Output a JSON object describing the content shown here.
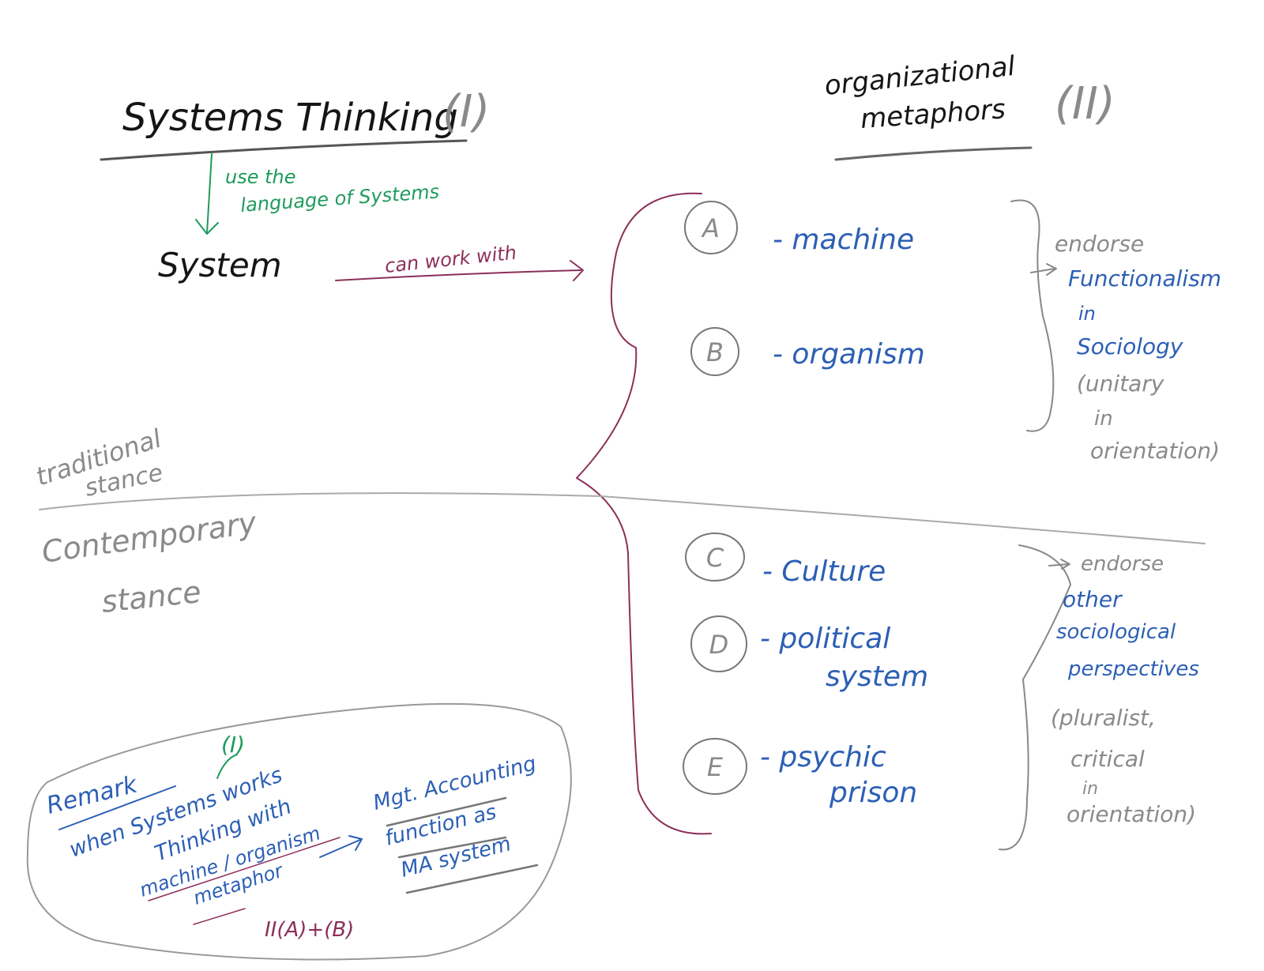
{
  "colors": {
    "ink_black": "#151515",
    "ink_blue": "#2c5fb5",
    "ink_green": "#1f9b5c",
    "ink_purple": "#8c2f5a",
    "pencil_gray": "#8a8a8a"
  },
  "section_one": {
    "title": "Systems Thinking",
    "numeral": "(I)",
    "annotation_line1": "use the",
    "annotation_line2": "language of Systems",
    "system": "System",
    "link_label": "can work with"
  },
  "section_two": {
    "title_line1": "organizational",
    "title_line2": "metaphors",
    "numeral": "(II)"
  },
  "metaphors": [
    {
      "letter": "A",
      "label": "- machine"
    },
    {
      "letter": "B",
      "label": "- organism"
    },
    {
      "letter": "C",
      "label": "- Culture"
    },
    {
      "letter": "D",
      "label_line1": "- political",
      "label_line2": "system"
    },
    {
      "letter": "E",
      "label_line1": "- psychic",
      "label_line2": "prison"
    }
  ],
  "stances": {
    "traditional_line1": "traditional",
    "traditional_line2": "stance",
    "contemporary_line1": "Contemporary",
    "contemporary_line2": "stance"
  },
  "traditional_note": {
    "endorse": "endorse",
    "line1": "Functionalism",
    "line2": "in",
    "line3": "Sociology",
    "line4": "(unitary",
    "line5": "in",
    "line6": "orientation)"
  },
  "contemporary_note": {
    "endorse": "endorse",
    "line1": "other",
    "line2": "sociological",
    "line3": "perspectives",
    "line4": "(pluralist,",
    "line5": "critical",
    "line6": "in",
    "line7": "orientation)"
  },
  "remark": {
    "title": "Remark",
    "ref": "(I)",
    "line1": "when Systems works",
    "line2": "Thinking with",
    "line3": "machine / organism",
    "line4": "metaphor",
    "result_line1": "Mgt. Accounting",
    "result_line2": "function as",
    "result_line3": "MA system",
    "footnote": "II(A)+(B)"
  }
}
